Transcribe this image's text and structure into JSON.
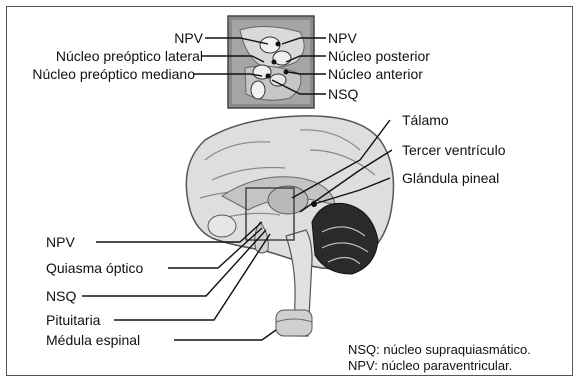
{
  "inset_labels": {
    "left": [
      "NPV",
      "Núcleo preóptico lateral",
      "Núcleo preóptico mediano"
    ],
    "right": [
      "NPV",
      "Núcleo posterior",
      "Núcleo anterior",
      "NSQ"
    ]
  },
  "main_labels": {
    "right": [
      "Tálamo",
      "Tercer ventrículo",
      "Glándula pineal"
    ],
    "left": [
      "NPV",
      "Quiasma óptico",
      "NSQ",
      "Pituitaria",
      "Médula espinal"
    ]
  },
  "legend": [
    "NSQ: núcleo supraquiasmático.",
    "NPV: núcleo paraventricular."
  ],
  "colors": {
    "brain_fill": "#dedede",
    "brain_stroke": "#555555",
    "inset_bg": "#8a8a8a",
    "cerebellum": "#2a2a2a",
    "line": "#111111"
  }
}
